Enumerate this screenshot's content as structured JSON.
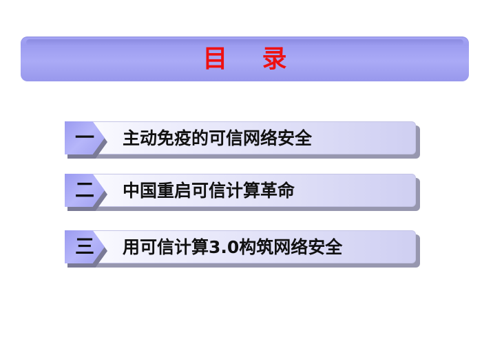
{
  "title": "目    录",
  "items": [
    {
      "num": "一",
      "label": "主动免疫的可信网络安全"
    },
    {
      "num": "二",
      "label": "中国重启可信计算革命"
    },
    {
      "num": "三",
      "label": "用可信计算3.0构筑网络安全"
    }
  ],
  "colors": {
    "title_text": "#ee1111",
    "title_bar": "#a5a5f4",
    "item_badge": "#a8a8f4"
  }
}
